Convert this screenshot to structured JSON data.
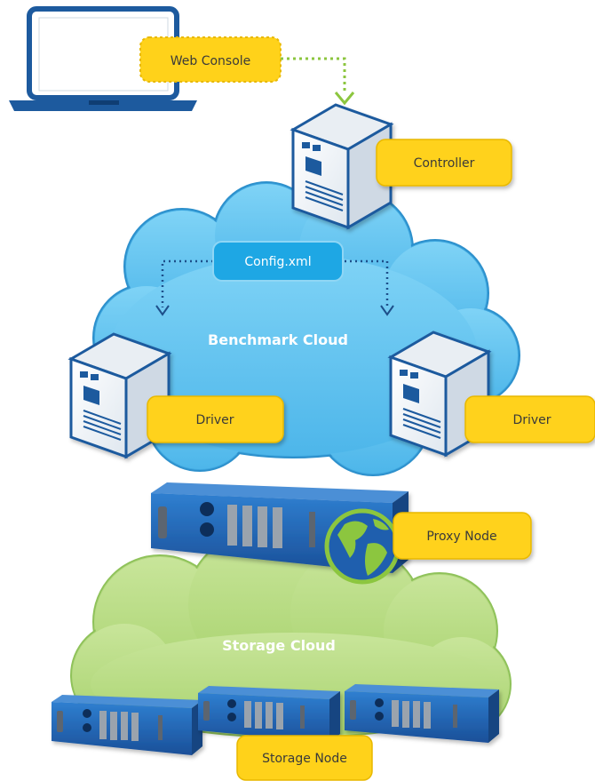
{
  "labels": {
    "web_console": "Web Console",
    "controller": "Controller",
    "config": "Config.xml",
    "benchmark_cloud": "Benchmark Cloud",
    "driver_left": "Driver",
    "driver_right": "Driver",
    "proxy_node": "Proxy Node",
    "storage_cloud": "Storage Cloud",
    "storage_node": "Storage Node"
  },
  "colors": {
    "label_yellow": "#ffd21a",
    "cloud_blue": "#62c4f0",
    "cloud_green": "#b9dd84",
    "server_blue": "#1f5fae",
    "config_blue": "#1ea7e4",
    "laptop_blue": "#1d5a9e"
  }
}
